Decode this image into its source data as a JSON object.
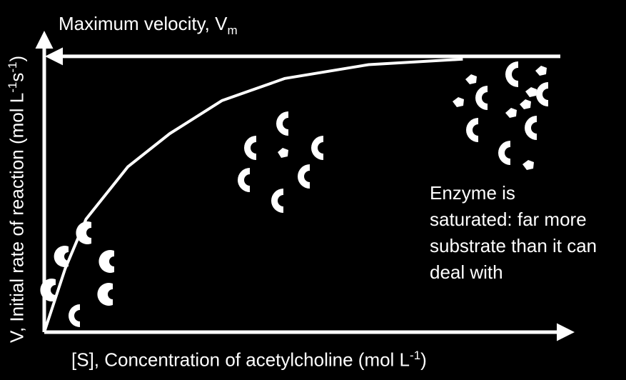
{
  "chart_data": {
    "type": "line",
    "xlabel": "[S], Concentration of acetylcholine (mol L",
    "xlabel_sup": "-1",
    "xlabel_end": ")",
    "ylabel": "V, Initial rate of reaction (mol L",
    "ylabel_sup1": "-1",
    "ylabel_mid": "s",
    "ylabel_sup2": "-1",
    "ylabel_end": ")",
    "vmax_label": "Maximum velocity, V",
    "vmax_sub": "m",
    "annotation_lines": [
      "Enzyme is",
      "saturated: far more",
      "substrate than it can",
      "deal with"
    ],
    "xlim": [
      0,
      10
    ],
    "ylim": [
      0,
      1.08
    ],
    "vmax": 1.0,
    "x": [
      0,
      0.4,
      0.8,
      1.6,
      2.4,
      3.4,
      4.6,
      6.2,
      8.0
    ],
    "y": [
      0,
      0.23,
      0.41,
      0.6,
      0.72,
      0.84,
      0.92,
      0.97,
      0.99
    ],
    "color": "#ffffff",
    "background": "#000000"
  }
}
